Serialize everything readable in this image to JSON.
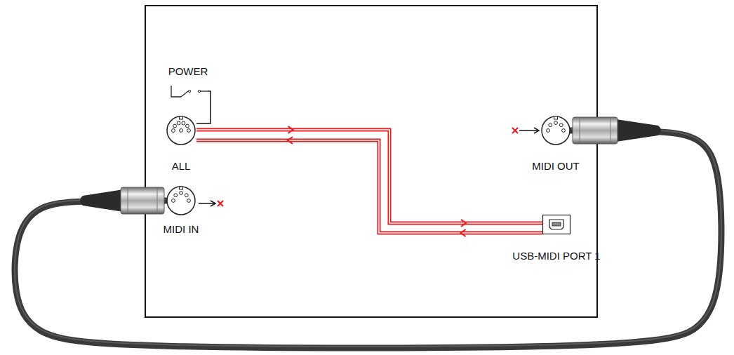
{
  "diagram": {
    "nodes": [
      {
        "text": [
          "POWER"
        ]
      },
      {
        "text": [
          "ALL"
        ]
      },
      {
        "text": [
          "MIDI IN"
        ]
      },
      {
        "text": [
          "MIDI OUT"
        ]
      },
      {
        "text": [
          "USB-MIDI PORT 1"
        ]
      }
    ],
    "edges": [
      {
        "from": 0,
        "to": 1,
        "arrow": "none"
      },
      {
        "from": 1,
        "to": 4,
        "arrow": "to"
      },
      {
        "from": 4,
        "to": 1,
        "arrow": "to"
      },
      {
        "from": 3,
        "to": 2,
        "arrow": "none"
      }
    ]
  }
}
